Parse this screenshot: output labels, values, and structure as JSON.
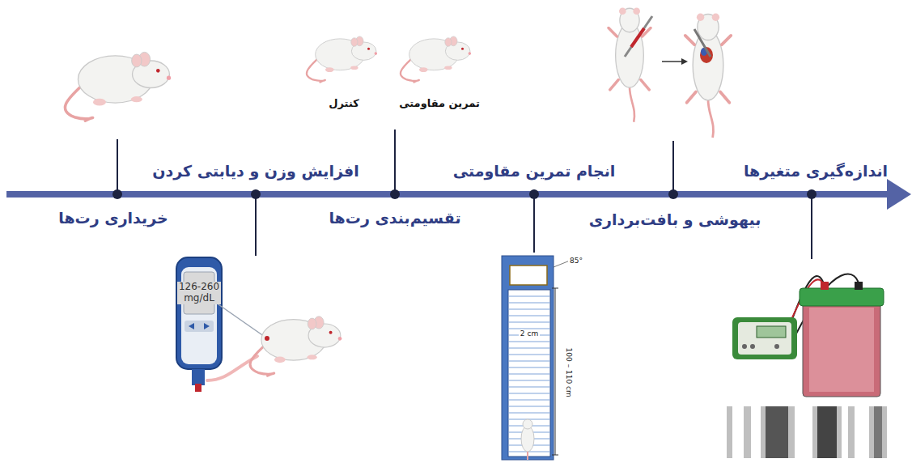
{
  "diagram": {
    "labels": [
      "خریداری رت‌ها",
      "افزایش وزن و دیابتی کردن",
      "تقسیم‌بندی رت‌ها",
      "انجام تمرین مقاومتی",
      "بیهوشی و بافت‌برداری",
      "اندازه‌گیری متغیرها",
      "کنترل",
      "تمرین مقاومتی",
      "126-260 mg/dL",
      "85°",
      "2 cm",
      "100 – 110 cm"
    ]
  }
}
